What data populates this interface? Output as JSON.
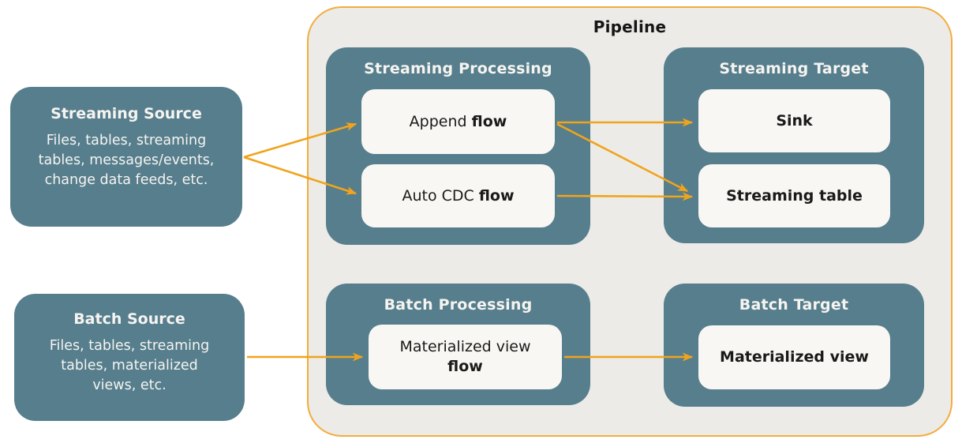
{
  "colors": {
    "teal": "#567E8D",
    "panel_bg": "#ECEBE7",
    "panel_border": "#F3AC3C",
    "arrow": "#F0A41C",
    "node_bg": "#F8F7F3",
    "text_dark": "#1A1A1A",
    "text_light": "#F6F4F0"
  },
  "pipeline": {
    "title": "Pipeline"
  },
  "sources": {
    "streaming": {
      "title": "Streaming Source",
      "body_lines": [
        "Files, tables, streaming",
        "tables, messages/events,",
        "change data feeds, etc."
      ]
    },
    "batch": {
      "title": "Batch Source",
      "body_lines": [
        "Files, tables, streaming",
        "tables, materialized",
        "views, etc."
      ]
    }
  },
  "groups": {
    "streaming_processing": {
      "title": "Streaming Processing",
      "nodes": {
        "append_flow": {
          "text": "Append ",
          "bold": "flow"
        },
        "auto_cdc_flow": {
          "text": "Auto CDC ",
          "bold": "flow"
        }
      }
    },
    "streaming_target": {
      "title": "Streaming Target",
      "nodes": {
        "sink": {
          "bold": "Sink"
        },
        "streaming_table": {
          "bold": "Streaming table"
        }
      }
    },
    "batch_processing": {
      "title": "Batch Processing",
      "nodes": {
        "materialized_view_flow": {
          "text": "Materialized view",
          "bold": "flow"
        }
      }
    },
    "batch_target": {
      "title": "Batch Target",
      "nodes": {
        "materialized_view": {
          "bold": "Materialized view"
        }
      }
    }
  },
  "edges": [
    {
      "from": "Streaming Source",
      "to": "Append flow"
    },
    {
      "from": "Streaming Source",
      "to": "Auto CDC flow"
    },
    {
      "from": "Append flow",
      "to": "Sink"
    },
    {
      "from": "Append flow",
      "to": "Streaming table"
    },
    {
      "from": "Auto CDC flow",
      "to": "Streaming table"
    },
    {
      "from": "Batch Source",
      "to": "Materialized view flow"
    },
    {
      "from": "Materialized view flow",
      "to": "Materialized view"
    }
  ]
}
